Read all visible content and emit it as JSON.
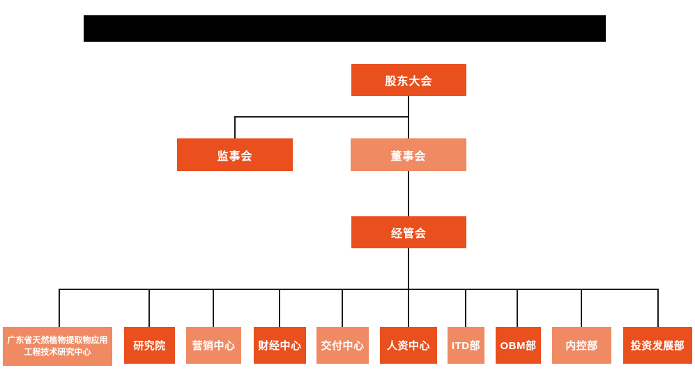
{
  "colors": {
    "primary_orange": "#e9501e",
    "secondary_salmon": "#ef8a63",
    "connector_line": "#1a1a1a",
    "title_bar": "#000000",
    "node_text": "#ffffff"
  },
  "org_chart": {
    "root": {
      "label": "股东大会"
    },
    "level2": [
      {
        "label": "监事会"
      },
      {
        "label": "董事会"
      }
    ],
    "level3": {
      "label": "经管会"
    },
    "departments": [
      {
        "label": "广东省天然植物提取物应用工程技术研究中心"
      },
      {
        "label": "研究院"
      },
      {
        "label": "营销中心"
      },
      {
        "label": "财经中心"
      },
      {
        "label": "交付中心"
      },
      {
        "label": "人资中心"
      },
      {
        "label": "ITD部"
      },
      {
        "label": "OBM部"
      },
      {
        "label": "内控部"
      },
      {
        "label": "投资发展部"
      }
    ]
  }
}
